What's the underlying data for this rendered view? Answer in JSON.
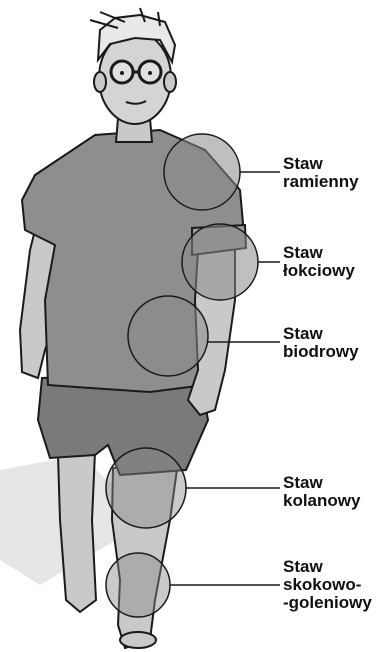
{
  "colors": {
    "skin": "#c9c9c9",
    "shirt": "#8e8e8e",
    "shorts": "#7a7a7a",
    "outline": "#1a1a1a",
    "joint_fill": "#8a8a8a",
    "shadow": "#e6e6e6"
  },
  "joints": [
    {
      "id": "shoulder",
      "lines": [
        "Staw",
        "ramienny"
      ]
    },
    {
      "id": "elbow",
      "lines": [
        "Staw",
        "łokciowy"
      ]
    },
    {
      "id": "hip",
      "lines": [
        "Staw",
        "biodrowy"
      ]
    },
    {
      "id": "knee",
      "lines": [
        "Staw",
        "kolanowy"
      ]
    },
    {
      "id": "ankle",
      "lines": [
        "Staw",
        "skokowo-",
        "-goleniowy"
      ]
    }
  ]
}
